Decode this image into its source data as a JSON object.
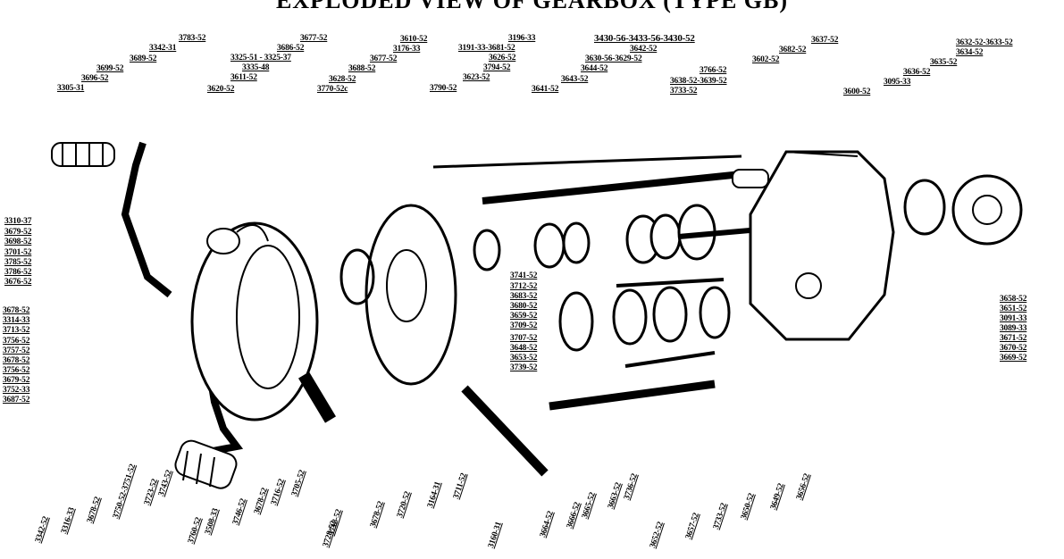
{
  "title": "EXPLODED VIEW OF GEARBOX (TYPE GB)",
  "callouts": {
    "top_left": [
      "3305-31",
      "3696-52",
      "3699-52",
      "3689-52",
      "3342-31",
      "3783-52",
      "3620-52",
      "3611-52",
      "3335-48",
      "3325-51 - 3325-37",
      "3686-52",
      "3677-52",
      "3770-52c",
      "3628-52",
      "3688-52",
      "3677-52",
      "3176-33",
      "3610-52",
      "3191-33-3681-52",
      "3196-33",
      "3626-52",
      "3794-52",
      "3623-52",
      "3790-52"
    ],
    "top_right": [
      "3430-56-3433-56-3430-52",
      "3642-52",
      "3630-56-3629-52",
      "3644-52",
      "3643-52",
      "3641-52",
      "3638-52-3639-52",
      "3733-52",
      "3766-52",
      "3602-52",
      "3682-52",
      "3637-52",
      "3600-52",
      "3095-33",
      "3636-52",
      "3635-52",
      "3634-52",
      "3632-52-3633-52"
    ],
    "left_side": [
      "3310-37",
      "3679-52",
      "3698-52",
      "3701-52",
      "3785-52",
      "3786-52",
      "3676-52",
      "3678-52",
      "3314-33",
      "3713-52",
      "3756-52",
      "3757-52",
      "3678-52",
      "3756-52",
      "3679-52",
      "3752-33",
      "3687-52"
    ],
    "middle": [
      "3741-52",
      "3712-52",
      "3683-52",
      "3680-52",
      "3659-52",
      "3709-52",
      "3707-52",
      "3648-52",
      "3653-52",
      "3739-52"
    ],
    "right_side": [
      "3658-52",
      "3651-52",
      "3091-33",
      "3089-33",
      "3671-52",
      "3670-52",
      "3669-52"
    ],
    "bottom_left": [
      "3342-52",
      "3316-33",
      "3678-52",
      "3750-52-3751-52",
      "3723-52",
      "3743-52",
      "3760-52",
      "3508-33",
      "3746-52",
      "3678-52",
      "3716-52",
      "3705-52"
    ],
    "bottom_middle": [
      "3718-52",
      "3728-52",
      "3678-52",
      "3720-52",
      "3164-31",
      "3711-52",
      "3160-31",
      "3664-52",
      "3666-52",
      "3665-52",
      "3663-52",
      "3736-52"
    ],
    "bottom_right": [
      "3652-52",
      "3657-52",
      "3733-52",
      "3650-52",
      "3649-52",
      "3656-52"
    ]
  }
}
